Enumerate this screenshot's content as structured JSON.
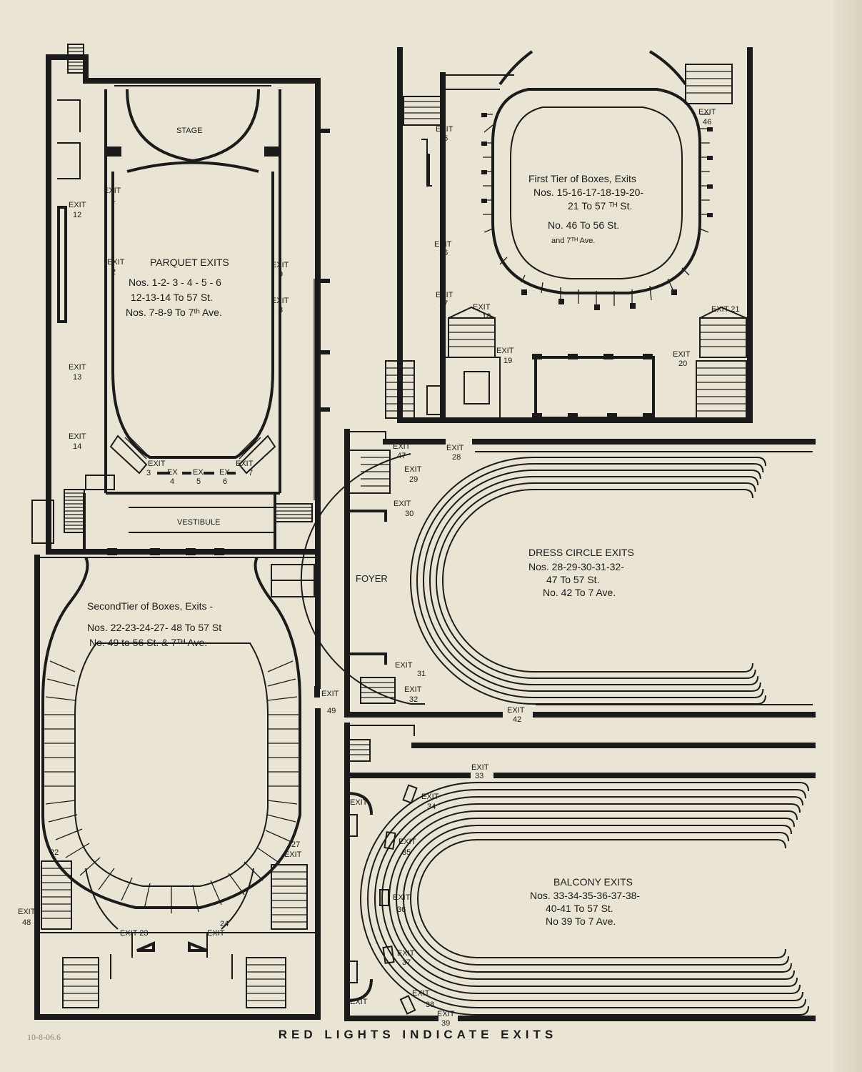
{
  "colors": {
    "paper": "#e9e4d3",
    "ink": "#1b1b1b",
    "pencil": "#8a8576"
  },
  "handwritten_note": "10-8-06.6",
  "footer": "RED LIGHTS INDICATE EXITS",
  "parquet": {
    "stage": "STAGE",
    "vestibule": "VESTIBULE",
    "title": "PARQUET EXITS",
    "lines": [
      "Nos. 1-2- 3 - 4 - 5 - 6",
      "12-13-14 To 57 St.",
      "Nos. 7-8-9 To 7ᵗʰ Ave."
    ]
  },
  "first_tier": {
    "title": "First Tier of Boxes, Exits",
    "lines": [
      "Nos. 15-16-17-18-19-20-",
      "21 To 57 ᵀᴴ St.",
      "No. 46 To 56 St.",
      "and 7ᵀᴴ Ave."
    ]
  },
  "second_tier": {
    "title": "SecondTier of Boxes, Exits -",
    "lines": [
      "Nos. 22-23-24-27- 48 To 57 St",
      "No. 49 to 56 St. & 7ᵀᴴ Ave."
    ]
  },
  "dress_circle": {
    "foyer": "FOYER",
    "title": "DRESS CIRCLE EXITS",
    "lines": [
      "Nos. 28-29-30-31-32-",
      "47 To 57 St.",
      "No. 42 To 7 Ave."
    ]
  },
  "balcony": {
    "title": "BALCONY EXITS",
    "lines": [
      "Nos. 33-34-35-36-37-38-",
      "40-41 To 57 St.",
      "No 39 To 7 Ave."
    ]
  },
  "exit_word": "EXIT",
  "ex_word": "EX",
  "exits": {
    "e1": "1",
    "e2": "2",
    "e3": "3",
    "e4": "4",
    "e5": "5",
    "e6": "6",
    "e7": "7",
    "e8": "8",
    "e9": "9",
    "e12": "12",
    "e13": "13",
    "e14": "14",
    "e15": "15",
    "e16": "16",
    "e17": "17",
    "e18": "18",
    "e19": "19",
    "e20": "20",
    "e21": "EXIT 21",
    "e46": "46",
    "e22": "22",
    "e23": "EXIT 23",
    "e24": "24",
    "e27": "27",
    "e48": "48",
    "e49": "49",
    "e28": "28",
    "e29": "29",
    "e30": "30",
    "e31": "31",
    "e32": "32",
    "e42": "42",
    "e47": "47",
    "e33": "33",
    "e34": "34",
    "e35": "35",
    "e36": "36",
    "e37": "37",
    "e38": "38",
    "e39": "39"
  }
}
